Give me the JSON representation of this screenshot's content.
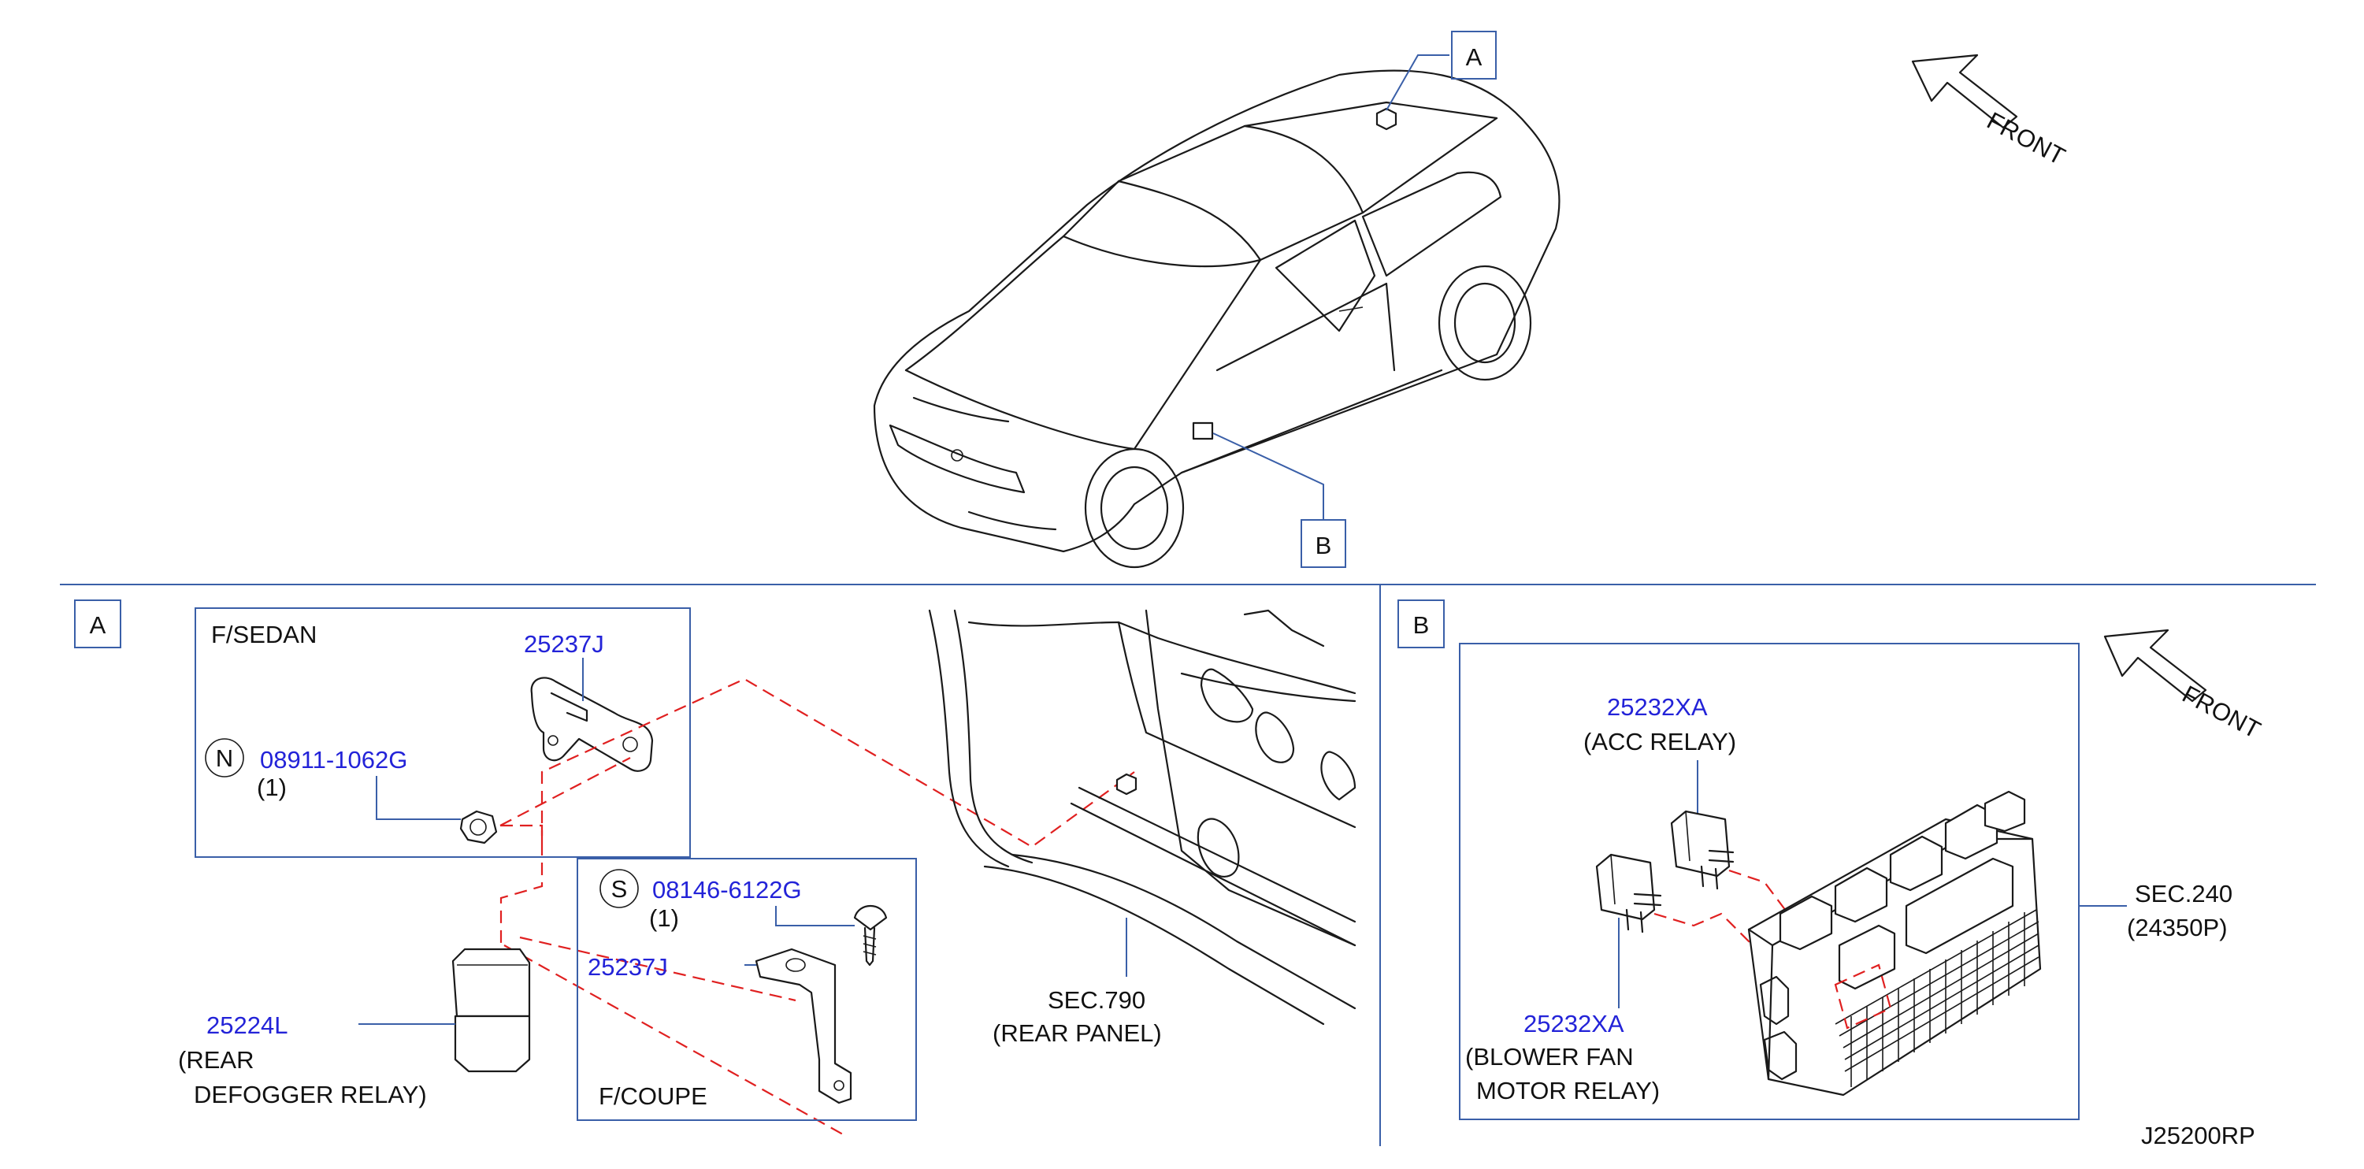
{
  "callouts": {
    "car_a": "A",
    "car_b": "B",
    "panel_a": "A",
    "panel_b": "B"
  },
  "front_labels": {
    "top": "FRONT",
    "panel_b": "FRONT"
  },
  "panel_a": {
    "sedan_title": "F/SEDAN",
    "coupe_title": "F/COUPE",
    "bracket_sedan_pn": "25237J",
    "nut_symbol": "N",
    "nut_pn": "08911-1062G",
    "nut_qty": "(1)",
    "screw_symbol": "S",
    "screw_pn": "08146-6122G",
    "screw_qty": "(1)",
    "bracket_coupe_pn": "25237J",
    "relay_pn": "25224L",
    "relay_name_1": "(REAR",
    "relay_name_2": "DEFOGGER   RELAY)",
    "sec_ref": "SEC.790",
    "sec_name": "(REAR   PANEL)"
  },
  "panel_b": {
    "acc_pn": "25232XA",
    "acc_name": "(ACC     RELAY)",
    "blower_pn": "25232XA",
    "blower_name_1": "(BLOWER   FAN",
    "blower_name_2": "MOTOR   RELAY)",
    "sec_ref": "SEC.240",
    "sec_code": "(24350P)"
  },
  "diagram_code": "J25200RP"
}
